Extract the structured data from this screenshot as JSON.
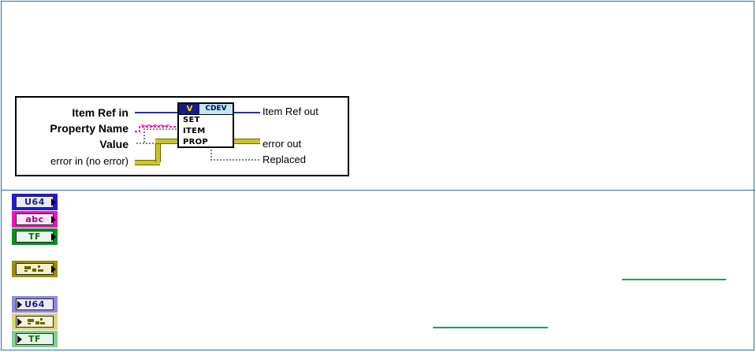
{
  "document": {
    "frame_border_color": "#2d6ca3",
    "background": "#ffffff"
  },
  "connector_pane": {
    "node": {
      "logo_text": "V",
      "title": "CDEV",
      "rows": [
        "SET",
        "ITEM",
        "PROP"
      ],
      "logo_bg": "#1a1a8c",
      "logo_fg": "#ffe800",
      "title_bg": "#bfe8ef",
      "title_fg": "#000080"
    },
    "inputs": [
      {
        "label": "Item Ref in",
        "bold": true,
        "wire": "refnum",
        "wire_color": "#2b2bb0"
      },
      {
        "label": "Property Name",
        "bold": true,
        "wire": "string",
        "wire_color": "#f012be"
      },
      {
        "label": "Value",
        "bold": true,
        "wire": "variant",
        "wire_color": "#808080"
      },
      {
        "label": "error in (no error)",
        "bold": false,
        "wire": "error",
        "wire_color": "#cdc428"
      }
    ],
    "outputs": [
      {
        "label": "Item Ref out",
        "bold": false,
        "wire": "refnum",
        "wire_color": "#2b2bb0"
      },
      {
        "label": "error out",
        "bold": false,
        "wire": "error",
        "wire_color": "#cdc428"
      },
      {
        "label": "Replaced",
        "bold": false,
        "wire": "boolean",
        "wire_color": "#808080"
      }
    ]
  },
  "terminals": {
    "input_group": [
      {
        "text": "U64",
        "icon": "u64-terminal-icon",
        "border_color": "#2318d6",
        "direction": "input"
      },
      {
        "text": "abc",
        "icon": "string-terminal-icon",
        "border_color": "#f012be",
        "direction": "input"
      },
      {
        "text": "TF",
        "icon": "boolean-terminal-icon",
        "border_color": "#0a8f1e",
        "direction": "input"
      }
    ],
    "error_in_group": [
      {
        "text": "",
        "icon": "error-cluster-terminal-icon",
        "border_color": "#9a8f06",
        "direction": "input"
      }
    ],
    "output_group": [
      {
        "text": "U64",
        "icon": "u64-terminal-icon",
        "border_color": "#8f8ae0",
        "direction": "output"
      },
      {
        "text": "",
        "icon": "error-cluster-terminal-icon",
        "border_color": "#ded37a",
        "direction": "output"
      },
      {
        "text": "TF",
        "icon": "boolean-terminal-icon",
        "border_color": "#7fd18c",
        "direction": "output"
      }
    ]
  },
  "links": [
    {
      "text": "",
      "underline_color": "#00a550"
    },
    {
      "text": "",
      "underline_color": "#00a550"
    }
  ]
}
